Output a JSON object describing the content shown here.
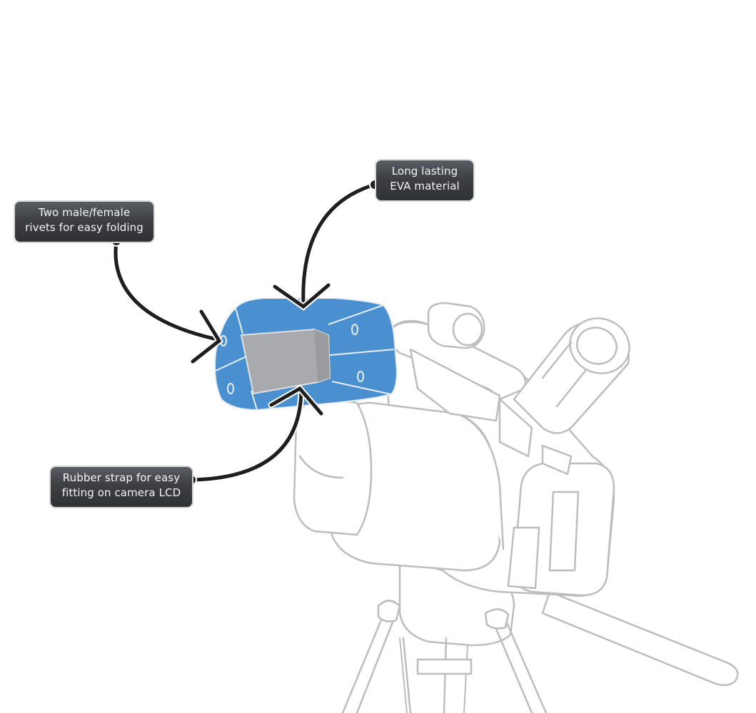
{
  "callouts": {
    "rivets": {
      "line1": "Two male/female",
      "line2": "rivets for easy folding"
    },
    "eva": {
      "line1": "Long lasting",
      "line2": "EVA material"
    },
    "strap": {
      "line1": "Rubber strap for easy",
      "line2": "fitting on camera LCD"
    }
  },
  "colors": {
    "hood_blue": "#4a8fd0",
    "screen_gray": "#a9aaad",
    "outline_gray": "#b9b9b9",
    "arrow_black": "#1e1e1e",
    "callout_bg": "#3d3f43"
  }
}
